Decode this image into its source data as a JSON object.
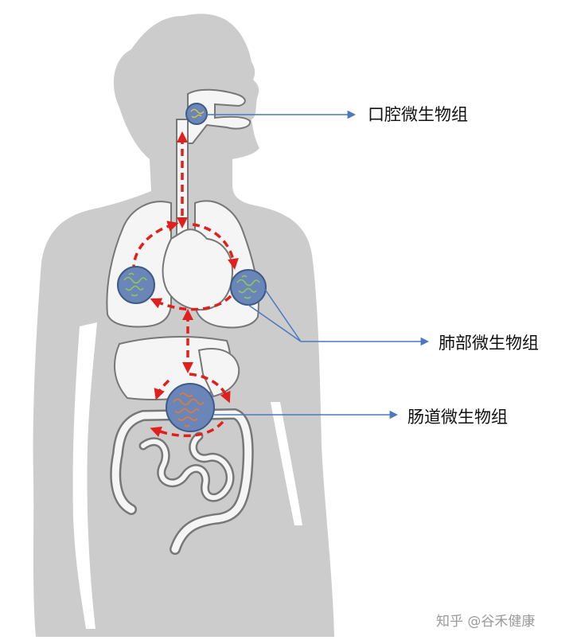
{
  "labels": {
    "oral": "口腔微生物组",
    "lung": "肺部微生物组",
    "gut": "肠道微生物组"
  },
  "watermark": "知乎 @谷禾健康",
  "colors": {
    "silhouette": "#cccccc",
    "organ_fill": "#f5f5f5",
    "organ_stroke": "#777777",
    "arrow_red": "#e0201c",
    "pointer_blue": "#4a78c2",
    "circle_fill": "#6a86b8",
    "circle_stroke": "#3e5a88",
    "oral_bacteria": "#d8c24a",
    "lung_bacteria": "#8cc85a",
    "gut_bacteria": "#e07a3a"
  }
}
